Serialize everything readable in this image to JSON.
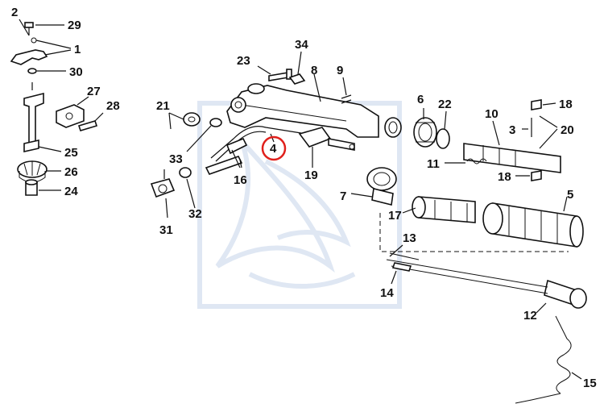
{
  "diagram": {
    "highlight_color": "#e0201c",
    "watermark_color": "#dfe7f3",
    "highlighted_part": "4",
    "callouts": {
      "c1": "1",
      "c2": "2",
      "c3": "3",
      "c4": "4",
      "c5": "5",
      "c6": "6",
      "c7": "7",
      "c8": "8",
      "c9": "9",
      "c10": "10",
      "c11": "11",
      "c12": "12",
      "c13": "13",
      "c14": "14",
      "c15": "15",
      "c16": "16",
      "c17": "17",
      "c18a": "18",
      "c18b": "18",
      "c19": "19",
      "c20": "20",
      "c21": "21",
      "c22": "22",
      "c23": "23",
      "c24": "24",
      "c25": "25",
      "c26": "26",
      "c27": "27",
      "c28": "28",
      "c29": "29",
      "c30": "30",
      "c31": "31",
      "c32": "32",
      "c33": "33",
      "c34": "34"
    }
  }
}
